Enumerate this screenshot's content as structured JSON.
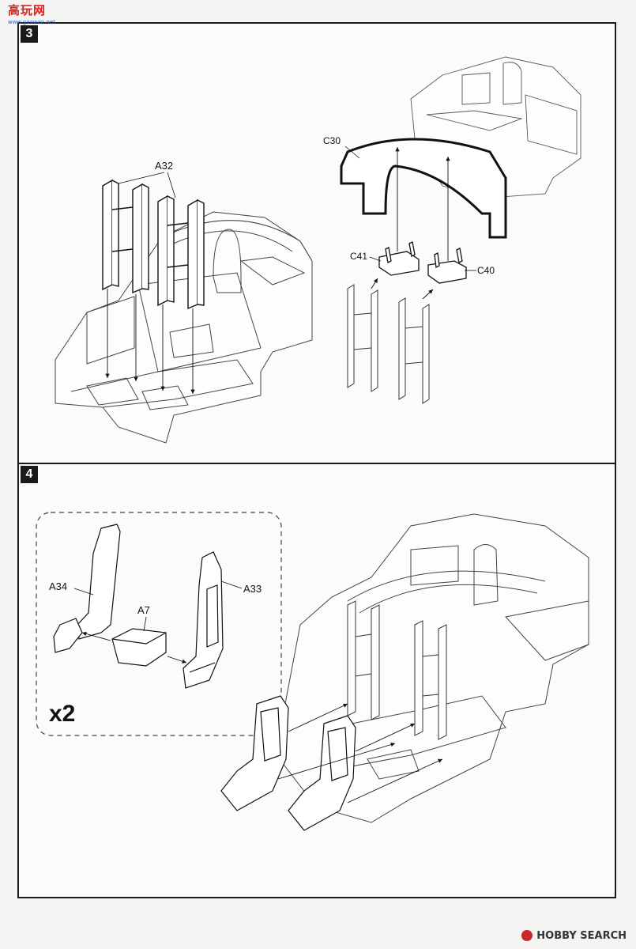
{
  "watermark": {
    "chars": "高玩网",
    "url": "www.gaowan.net"
  },
  "steps": [
    {
      "number": "3"
    },
    {
      "number": "4"
    }
  ],
  "step3_labels": {
    "rail": "A32",
    "canopy_bulkhead": "C30",
    "left_block": "C41",
    "right_block": "C40"
  },
  "step4_labels": {
    "seat_back": "A34",
    "seat_cushion": "A7",
    "seat_frame": "A33",
    "quantity": "x2"
  },
  "footer": {
    "brand": "HOBBY SEARCH"
  }
}
